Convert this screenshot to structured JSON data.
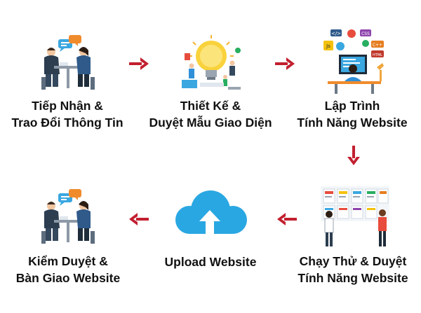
{
  "colors": {
    "arrow": "#c21f2f",
    "cloud": "#29a7e2",
    "ink": "#111111"
  },
  "steps": [
    {
      "icon": "meeting-illustration",
      "line1": "Tiếp Nhận &",
      "line2": "Trao Đổi Thông Tin"
    },
    {
      "icon": "lightbulb-design-illustration",
      "line1": "Thiết Kế &",
      "line2": "Duyệt Mẫu Giao Diện"
    },
    {
      "icon": "programmer-code-illustration",
      "line1": "Lập Trình",
      "line2": "Tính Năng Website"
    },
    {
      "icon": "testing-board-illustration",
      "line1": "Chạy Thử & Duyệt",
      "line2": "Tính Năng Website"
    },
    {
      "icon": "cloud-upload-icon",
      "line1": "Upload Website",
      "line2": ""
    },
    {
      "icon": "handover-meeting-illustration",
      "line1": "Kiểm Duyệt &",
      "line2": "Bàn Giao Website"
    }
  ],
  "illustration_text": {
    "css_tag": "CSS",
    "cpp_tag": "C++",
    "js_tag": "Js",
    "html_tag": "HTML",
    "code_tag": "</>"
  }
}
